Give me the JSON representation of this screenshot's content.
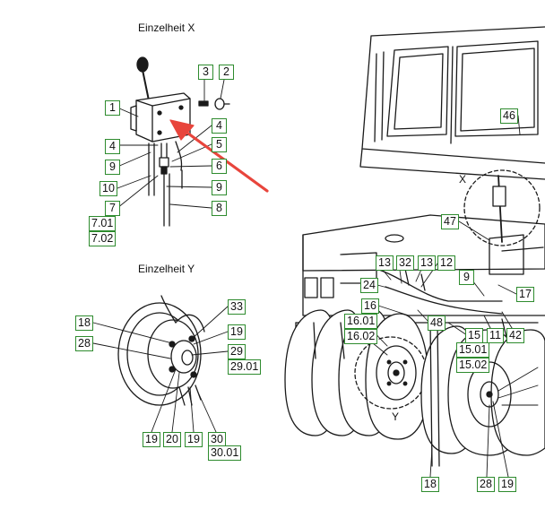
{
  "titles": {
    "detail_x": "Einzelheit X",
    "detail_y": "Einzelheit Y"
  },
  "markers": {
    "x": "X",
    "y": "Y"
  },
  "colors": {
    "callout_border": "#2e8b2e",
    "arrow": "#e8453c",
    "line_art": "#1a1a1a"
  },
  "callouts": [
    "3",
    "2",
    "1",
    "4",
    "4",
    "5",
    "9",
    "6",
    "10",
    "9",
    "7",
    "8",
    "7.01",
    "7.02",
    "46",
    "47",
    "13",
    "32",
    "13",
    "12",
    "9",
    "24",
    "17",
    "16",
    "16.01",
    "48",
    "16.02",
    "15",
    "11",
    "42",
    "15.01",
    "15.02",
    "18",
    "33",
    "19",
    "28",
    "29",
    "29.01",
    "19",
    "20",
    "19",
    "30",
    "30.01",
    "18",
    "28",
    "19"
  ]
}
